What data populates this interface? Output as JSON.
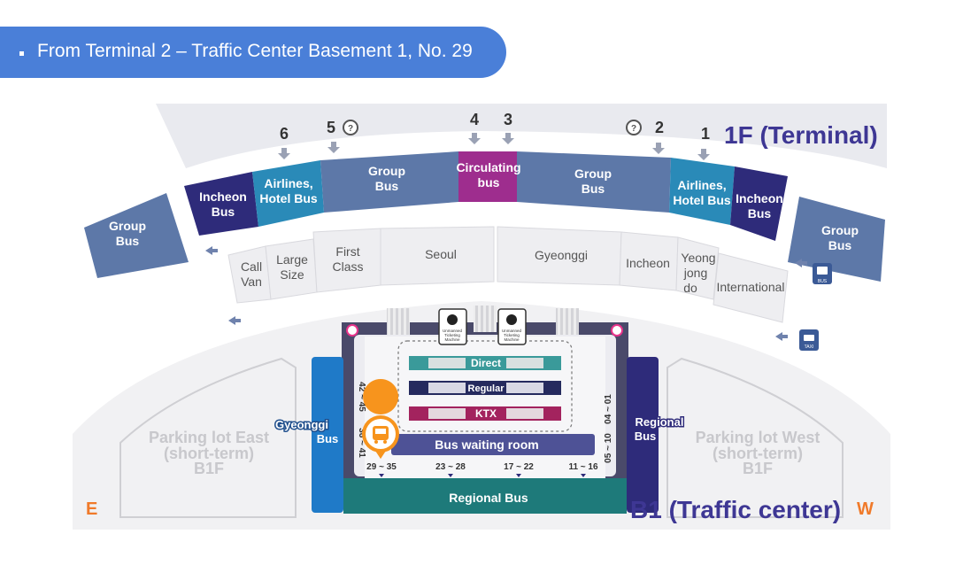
{
  "banner": {
    "text": "From Terminal 2 – Traffic Center Basement 1, No. 29"
  },
  "floors": {
    "upper": "1F (Terminal)",
    "lower": "B1 (Traffic center)"
  },
  "directions": {
    "east": "E",
    "west": "W"
  },
  "gates": {
    "g6": "6",
    "g5": "5",
    "g4": "4",
    "g3": "3",
    "g2": "2",
    "g1": "1"
  },
  "terminal_zones": {
    "group_bus_left": [
      "Group",
      "Bus"
    ],
    "incheon_bus_left": [
      "Incheon",
      "Bus"
    ],
    "airlines_hotel_left": [
      "Airlines,",
      "Hotel Bus"
    ],
    "group_bus_center_left": [
      "Group",
      "Bus"
    ],
    "circulating_bus": [
      "Circulating",
      "bus"
    ],
    "group_bus_center_right": [
      "Group",
      "Bus"
    ],
    "airlines_hotel_right": [
      "Airlines,",
      "Hotel Bus"
    ],
    "incheon_bus_right": [
      "Incheon",
      "Bus"
    ],
    "group_bus_right": [
      "Group",
      "Bus"
    ]
  },
  "counters": {
    "call_van": [
      "Call",
      "Van"
    ],
    "large_size": [
      "Large",
      "Size"
    ],
    "first_class": [
      "First",
      "Class"
    ],
    "seoul": "Seoul",
    "gyeonggi": "Gyeonggi",
    "incheon": "Incheon",
    "yeongjongdo": [
      "Yeong",
      "jong",
      "do"
    ],
    "international": "International"
  },
  "traffic_center": {
    "ticketing_machine": [
      "Unmanned",
      "Ticketing",
      "Machine"
    ],
    "direct": "Direct",
    "regular": "Regular",
    "ktx": "KTX",
    "waiting_room": "Bus waiting room",
    "regional_bus_bottom": "Regional Bus",
    "gyeonggi_bus": [
      "Gyeonggi",
      "Bus"
    ],
    "regional_bus_side": [
      "Regional",
      "Bus"
    ],
    "left_platforms_top": "42 ~ 45",
    "left_platforms_bottom": "36 ~ 41",
    "right_platforms_top": "04 ~ 01",
    "right_platforms_bottom": "05 ~ 10",
    "platforms_bottom": [
      "29 ~ 35",
      "23 ~ 28",
      "17 ~ 22",
      "11 ~ 16"
    ]
  },
  "parking": {
    "east": [
      "Parking lot East",
      "(short-term)",
      "B1F"
    ],
    "west": [
      "Parking lot West",
      "(short-term)",
      "B1F"
    ]
  },
  "icons": {
    "bus_sign": "BUS",
    "taxi_sign": "TAXI"
  },
  "colors": {
    "banner": "#4a7fd8",
    "group_bus": "#5d78a8",
    "incheon_bus": "#2e2b7a",
    "airlines": "#2a8ab8",
    "circulating": "#9e2d8e",
    "regional": "#1e7a7a",
    "gyeonggi_blue": "#1f7ac8",
    "marker": "#f7941d"
  }
}
